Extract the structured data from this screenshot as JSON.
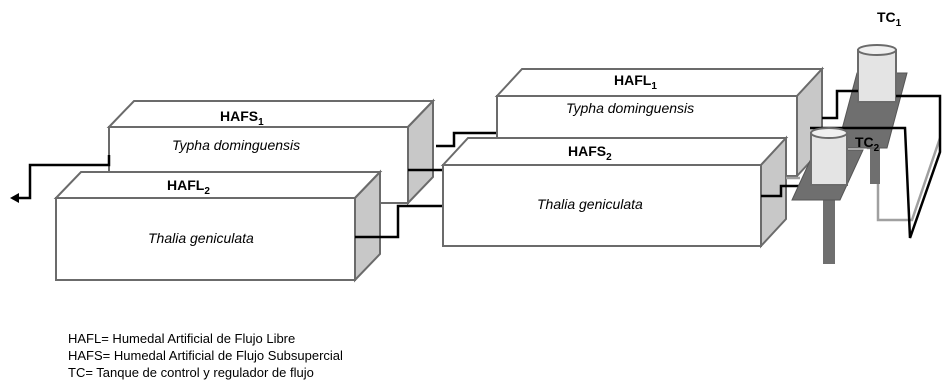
{
  "tanks": {
    "tc1": {
      "main": "TC",
      "sub": "1"
    },
    "tc2": {
      "main": "TC",
      "sub": "2"
    }
  },
  "wetlands": {
    "hafs1": {
      "main": "HAFS",
      "sub": "1",
      "species": "Typha dominguensis"
    },
    "hafl2": {
      "main": "HAFL",
      "sub": "2",
      "species": "Thalia geniculata"
    },
    "hafl1": {
      "main": "HAFL",
      "sub": "1",
      "species": "Typha dominguensis"
    },
    "hafs2": {
      "main": "HAFS",
      "sub": "2",
      "species": "Thalia geniculata"
    }
  },
  "legend": [
    "HAFL= Humedal Artificial de Flujo Libre",
    "HAFS= Humedal Artificial de Flujo Subsupercial",
    "TC= Tanque de control y regulador de flujo"
  ],
  "colors": {
    "box_face": "#ffffff",
    "box_top": "#ffffff",
    "box_side": "#c8c8c8",
    "box_edge": "#6b6b6b",
    "pipe_dark": "#000000",
    "pipe_light": "#a0a0a0",
    "stand": "#6f6f6f",
    "tank_fill": "#e4e4e4"
  }
}
